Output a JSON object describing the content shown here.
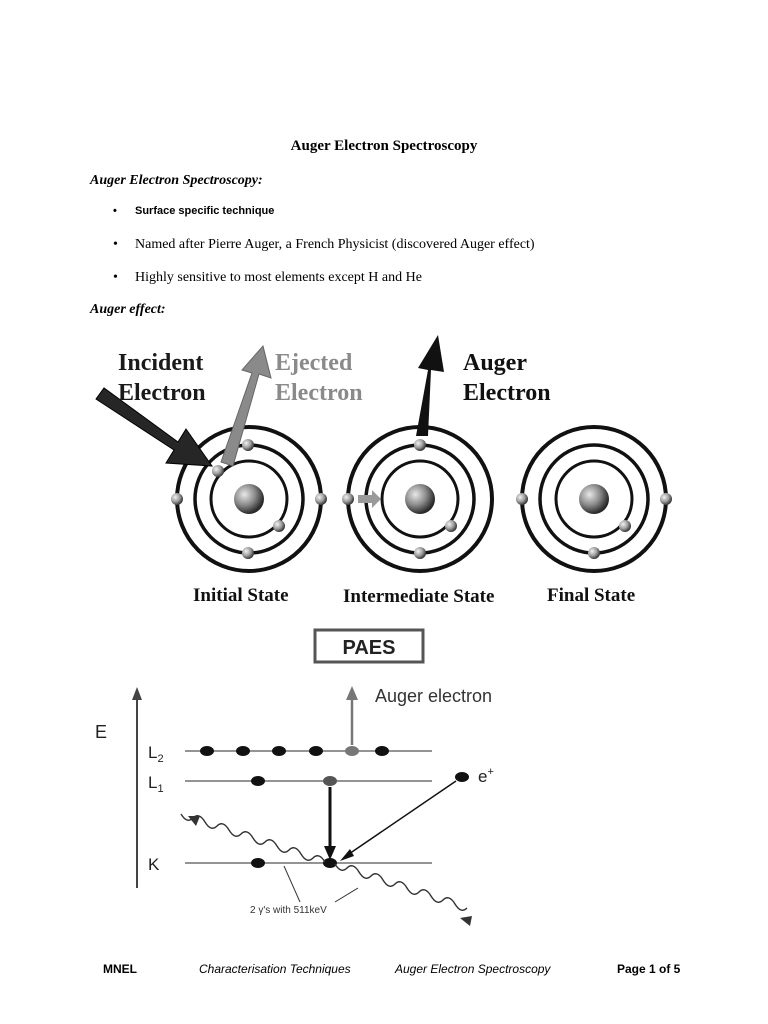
{
  "document": {
    "title": "Auger Electron Spectroscopy",
    "section1": "Auger Electron Spectroscopy:",
    "bullets": [
      "Surface specific technique",
      "Named after Pierre Auger, a French Physicist  (discovered Auger effect)",
      "Highly sensitive to most elements except H and He"
    ],
    "bullet_glyph": "•",
    "section2": "Auger effect:"
  },
  "figure1": {
    "incident_line1": "Incident",
    "incident_line2": "Electron",
    "ejected_line1": "Ejected",
    "ejected_line2": "Electron",
    "auger_line1": "Auger",
    "auger_line2": "Electron",
    "state_initial": "Initial State",
    "state_intermediate": "Intermediate State",
    "state_final": "Final State"
  },
  "figure2": {
    "box_label": "PAES",
    "auger_label": "Auger electron",
    "axis_label": "E",
    "level_l2_main": "L",
    "level_l2_sub": "2",
    "level_l1_main": "L",
    "level_l1_sub": "1",
    "level_k": "K",
    "positron_main": "e",
    "positron_sup": "+",
    "gamma_label": "2 γ's with 511keV"
  },
  "footer": {
    "left": "MNEL",
    "center1": "Characterisation Techniques",
    "center2": "Auger Electron Spectroscopy",
    "page": "Page 1 of 5"
  }
}
